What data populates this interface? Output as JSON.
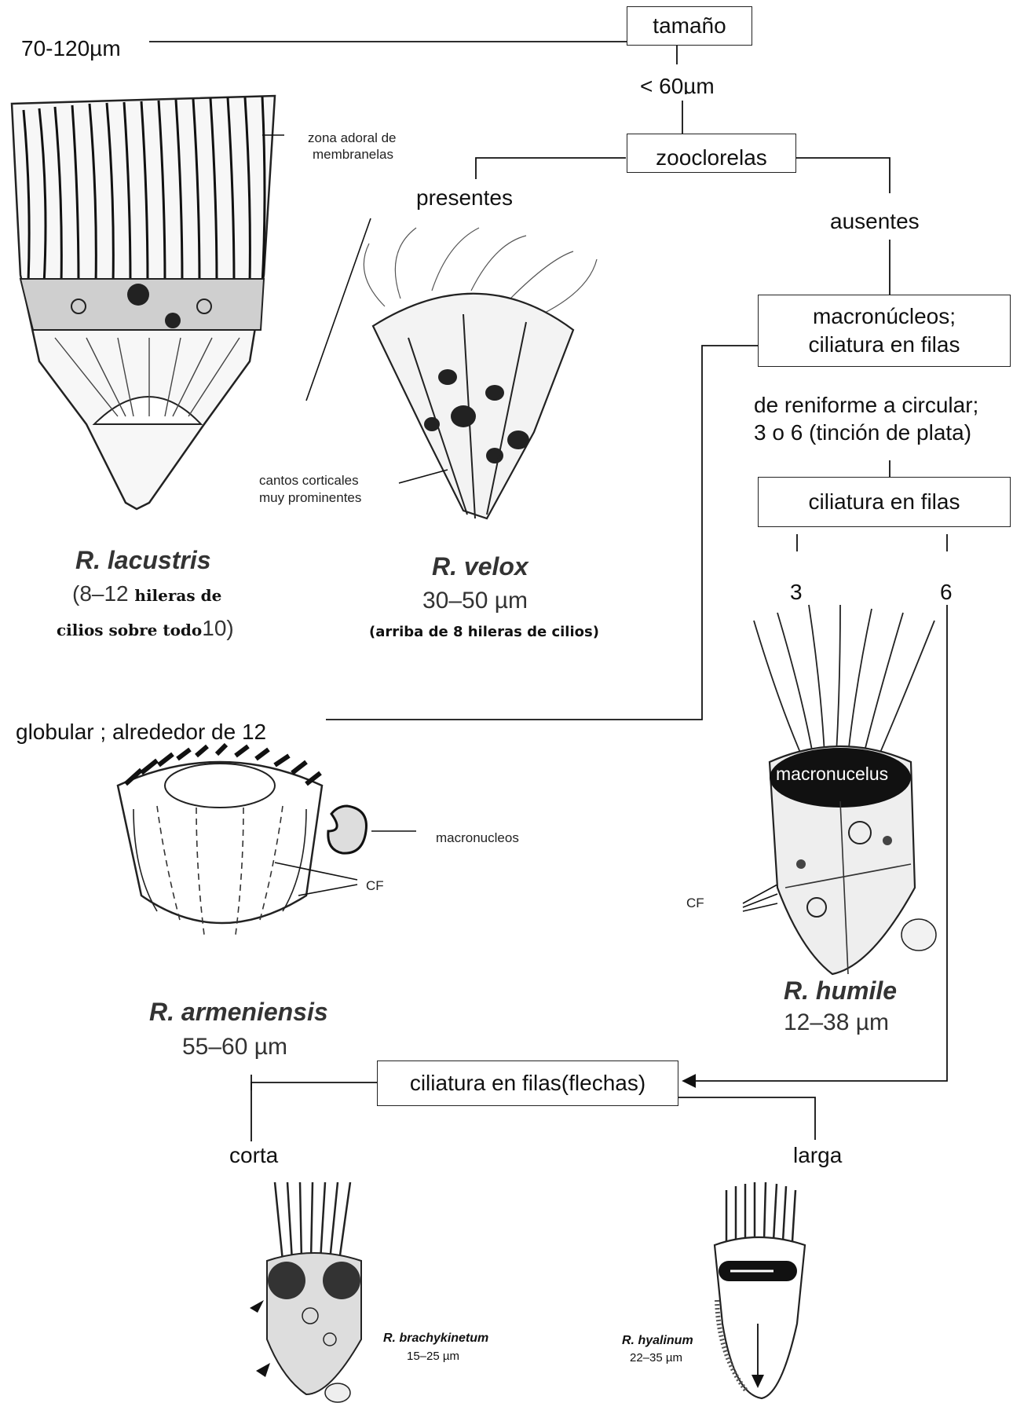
{
  "key": {
    "size_box": "tamaño",
    "size_large": "70-120µm",
    "size_small": "< 60µm",
    "zoo_box": "zooclorelas",
    "zoo_present": "presentes",
    "zoo_absent": "ausentes",
    "macro_box_line1": "macronúcleos;",
    "macro_box_line2": "ciliatura en filas",
    "macro_reniform_line1": "de reniforme a circular;",
    "macro_reniform_line2": "3 o 6 (tinción de plata)",
    "cil_box": "ciliatura en filas",
    "cil_3": "3",
    "cil_6": "6",
    "globular": "globular ; alrededor de 12",
    "arrows_box": "ciliatura en filas(flechas)",
    "short": "corta",
    "long": "larga"
  },
  "annotations": {
    "adoral": "zona adoral de membranelas",
    "adoral_line1": "zona adoral de",
    "adoral_line2": "membranelas",
    "cortical_line1": "cantos corticales",
    "cortical_line2": "muy prominentes",
    "macronucleos": "macronucleos",
    "cf_left": "CF",
    "cf_right": "CF",
    "macronucelus": "macronucelus"
  },
  "species": {
    "lacustris": {
      "name": "R. lacustris",
      "note_a": "(8–12 ",
      "note_b": "hileras de",
      "note_c": "cilios sobre todo",
      "note_d": "10)"
    },
    "velox": {
      "name": "R. velox",
      "size": "30–50 µm",
      "note": "(arriba de 8 hileras de cilios)"
    },
    "armeniensis": {
      "name": "R. armeniensis",
      "size": "55–60 µm"
    },
    "humile": {
      "name": "R. humile",
      "size": "12–38 µm"
    },
    "brachykinetum": {
      "name": "R. brachykinetum",
      "size": "15–25 µm"
    },
    "hyalinum": {
      "name": "R. hyalinum",
      "size": "22–35 µm"
    }
  }
}
